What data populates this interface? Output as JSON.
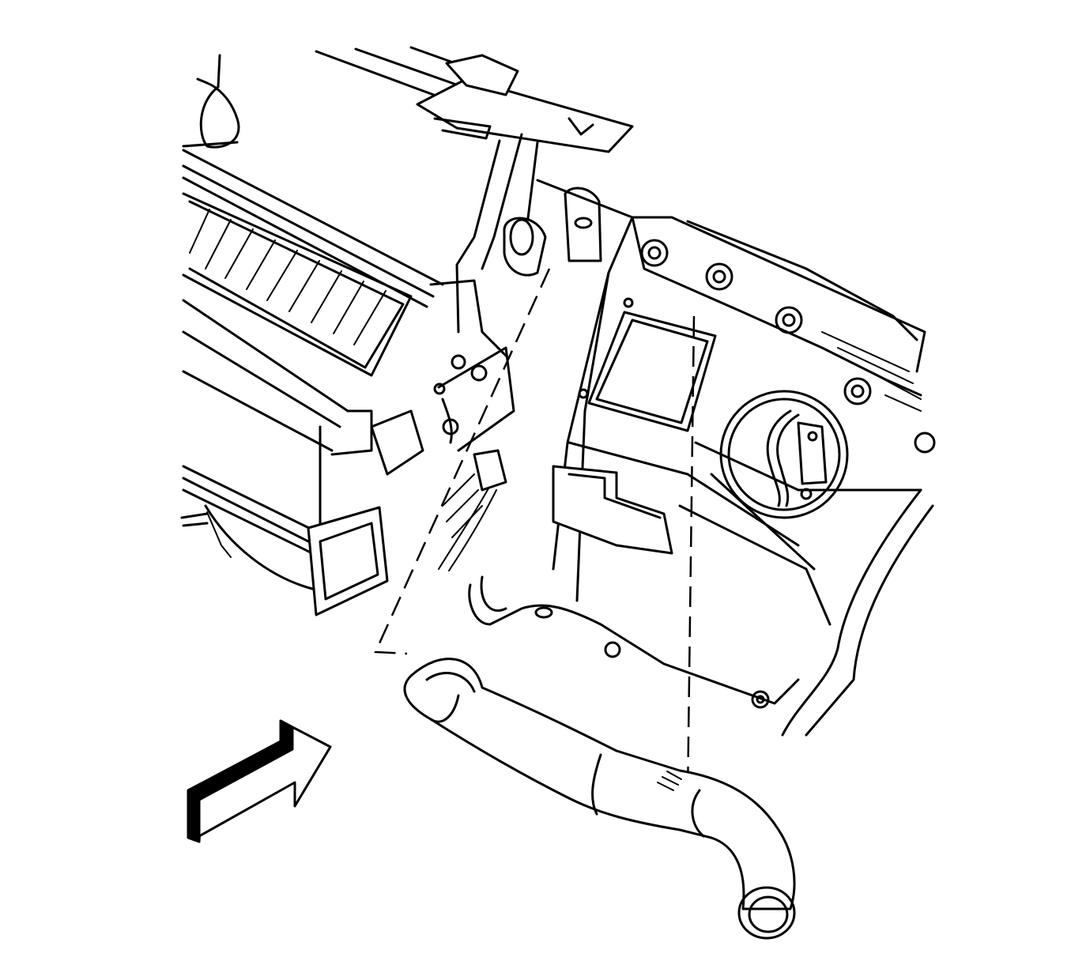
{
  "diagram": {
    "kind": "exploded-view line illustration",
    "parts": [
      {
        "id": "hvac-module-housing",
        "icon": "vent-grille-icon"
      },
      {
        "id": "mounting-bracket",
        "icon": "bracket-icon"
      },
      {
        "id": "wiring-harness",
        "icon": "harness-icon"
      },
      {
        "id": "blower-motor-opening",
        "icon": "circle-opening-icon"
      },
      {
        "id": "duct-hose",
        "icon": "hose-icon"
      }
    ],
    "view_arrow": {
      "icon": "view-direction-arrow-icon"
    },
    "colors": {
      "line": "#000000",
      "fill": "#ffffff"
    }
  }
}
